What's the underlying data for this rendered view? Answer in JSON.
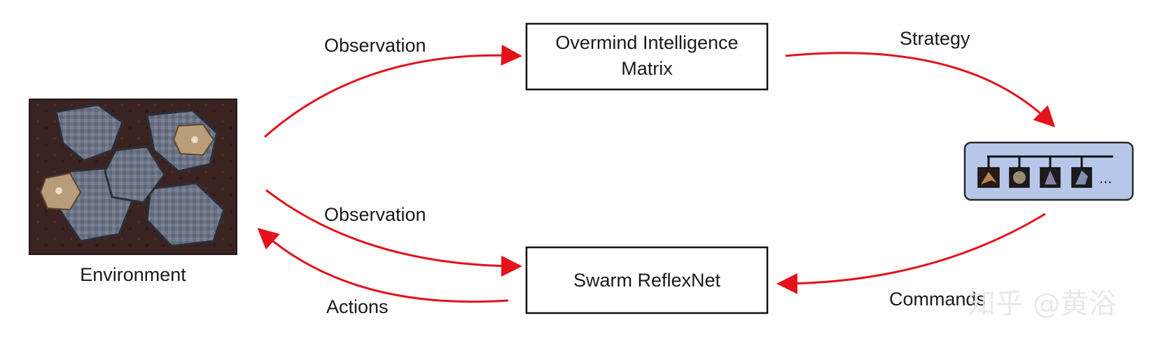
{
  "nodes": {
    "environment": {
      "label": "Environment"
    },
    "overmind": {
      "label_line1": "Overmind Intelligence",
      "label_line2": "Matrix"
    },
    "reflexnet": {
      "label": "Swarm ReflexNet"
    },
    "units": {
      "ellipsis": "..."
    }
  },
  "edges": {
    "env_to_overmind": {
      "label": "Observation"
    },
    "overmind_to_units": {
      "label": "Strategy"
    },
    "env_to_reflexnet": {
      "label": "Observation"
    },
    "units_to_reflexnet": {
      "label": "Commands"
    },
    "reflexnet_to_env": {
      "label": "Actions"
    }
  },
  "watermark": {
    "text": "知乎 @黄浴"
  },
  "colors": {
    "arrow": "#e3121b",
    "units_panel_fill": "#b7c7ea",
    "units_panel_stroke": "#2b2b2b"
  }
}
